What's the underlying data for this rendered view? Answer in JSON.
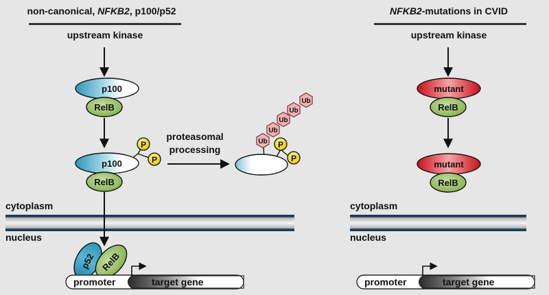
{
  "left_panel": {
    "header_prefix": "non-canonical, ",
    "header_gene": "NFKB2",
    "header_suffix": ", p100/p52",
    "upstream_label": "upstream kinase",
    "precursor_label": "p100",
    "partner_label": "RelB",
    "phospho_label": "P",
    "process_label_line1": "proteasomal",
    "process_label_line2": "processing",
    "ubiquitin_label": "Ub",
    "processed_label": "p52",
    "cytoplasm_label": "cytoplasm",
    "nucleus_label": "nucleus",
    "promoter_label": "promoter",
    "target_label": "target gene"
  },
  "right_panel": {
    "header_gene": "NFKB2",
    "header_suffix": "-mutations in CVID",
    "upstream_label": "upstream kinase",
    "mutant_label": "mutant",
    "partner_label": "RelB",
    "cytoplasm_label": "cytoplasm",
    "nucleus_label": "nucleus",
    "promoter_label": "promoter",
    "target_label": "target gene"
  },
  "colors": {
    "background": "#e6e6e6",
    "p100_teal": "#3aa0bd",
    "relb_green": "#8dbb57",
    "mutant_red": "#d81f2a",
    "phospho_yellow": "#f1d21c",
    "ubiquitin_pink": "#f0b2b4",
    "membrane_blue": "#1c3e5c"
  },
  "icons": [
    "arrow-down-icon",
    "arrow-right-icon",
    "transcription-start-arrow-icon"
  ]
}
